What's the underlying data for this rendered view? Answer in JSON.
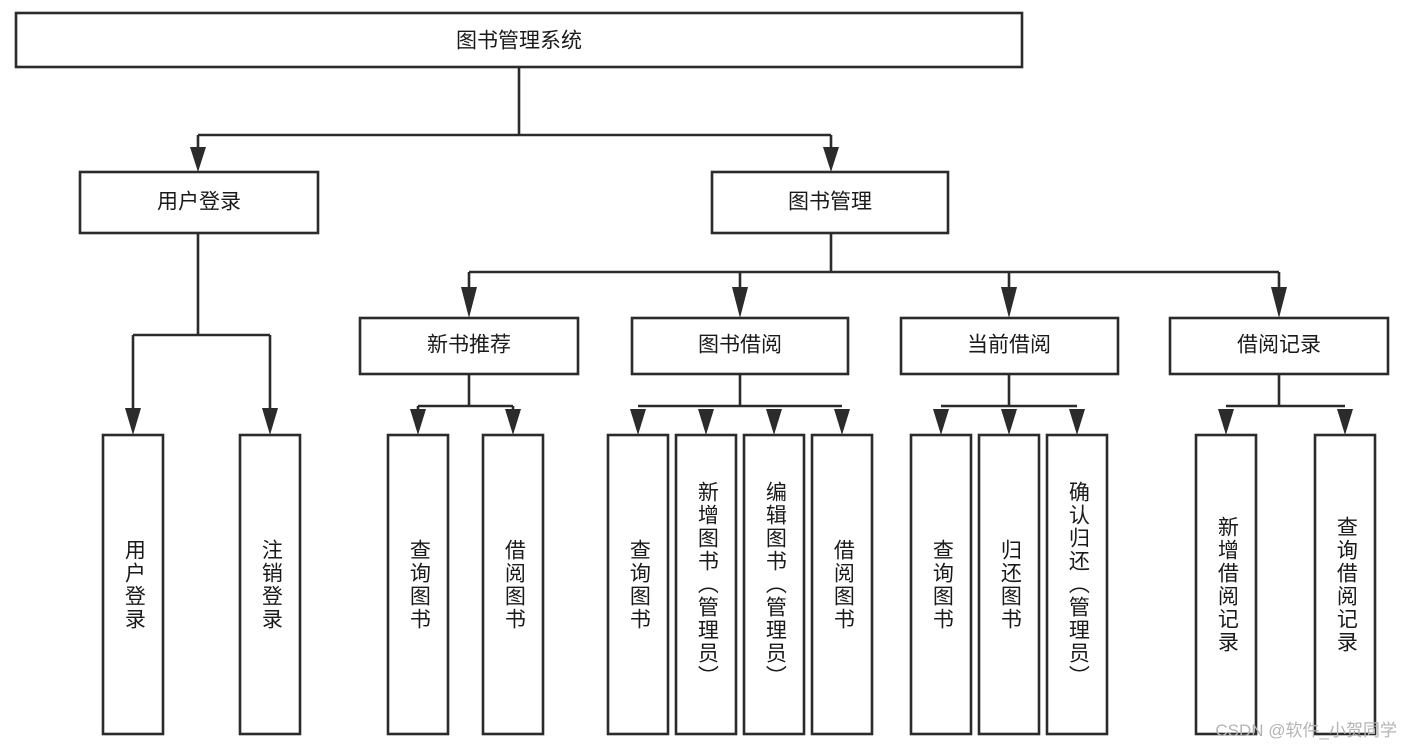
{
  "diagram": {
    "title": "图书管理系统",
    "type": "tree-hierarchy",
    "colors": {
      "stroke": "#2b2b2b",
      "fill": "#ffffff",
      "text": "#1a1a1a",
      "watermark": "#b4b4b4"
    },
    "root": {
      "label": "图书管理系统"
    },
    "level2": [
      {
        "label": "用户登录"
      },
      {
        "label": "图书管理"
      }
    ],
    "level3": [
      {
        "label": "新书推荐"
      },
      {
        "label": "图书借阅"
      },
      {
        "label": "当前借阅"
      },
      {
        "label": "借阅记录"
      }
    ],
    "leaves": {
      "user_login": [
        {
          "label": "用户登录"
        },
        {
          "label": "注销登录"
        }
      ],
      "new_book_recommend": [
        {
          "label": "查询图书"
        },
        {
          "label": "借阅图书"
        }
      ],
      "book_borrow": [
        {
          "label": "查询图书"
        },
        {
          "label": "新增图书（管理员）"
        },
        {
          "label": "编辑图书（管理员）"
        },
        {
          "label": "借阅图书"
        }
      ],
      "current_borrow": [
        {
          "label": "查询图书"
        },
        {
          "label": "归还图书"
        },
        {
          "label": "确认归还（管理员）"
        }
      ],
      "borrow_record": [
        {
          "label": "新增借阅记录"
        },
        {
          "label": "查询借阅记录"
        }
      ]
    }
  },
  "watermark": {
    "text": "CSDN @软件_小贺同学"
  }
}
